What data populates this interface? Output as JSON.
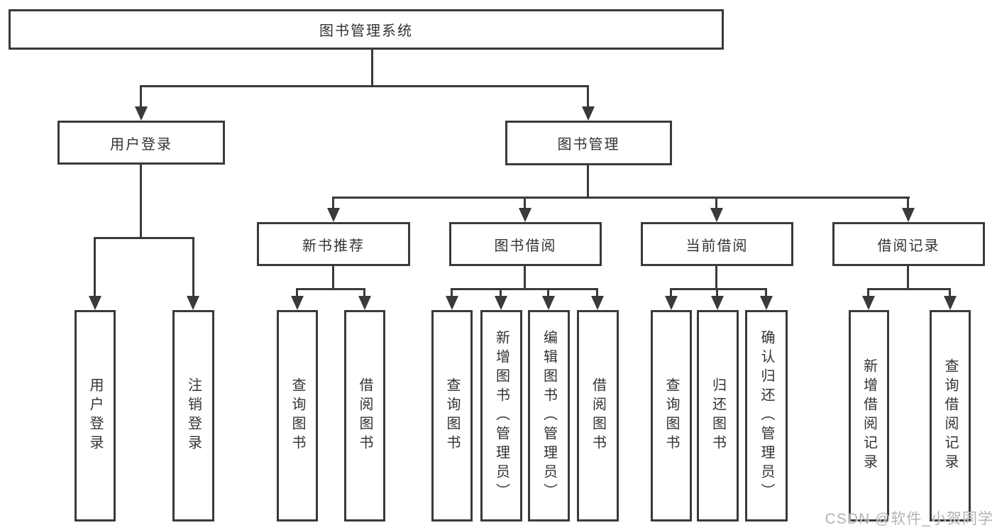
{
  "colors": {
    "line": "#3a3a3a",
    "box_border": "#3a3a3a",
    "text": "#333333",
    "watermark": "#a6a6a6",
    "background": "#ffffff"
  },
  "watermark": "CSDN @软件_小贺同学",
  "tree": {
    "label": "图书管理系统",
    "children": [
      {
        "label": "用户登录",
        "children": [
          {
            "label": "用户登录"
          },
          {
            "label": "注销登录"
          }
        ]
      },
      {
        "label": "图书管理",
        "children": [
          {
            "label": "新书推荐",
            "children": [
              {
                "label": "查询图书"
              },
              {
                "label": "借阅图书"
              }
            ]
          },
          {
            "label": "图书借阅",
            "children": [
              {
                "label": "查询图书"
              },
              {
                "label": "新增图书（管理员）"
              },
              {
                "label": "编辑图书（管理员）"
              },
              {
                "label": "借阅图书"
              }
            ]
          },
          {
            "label": "当前借阅",
            "children": [
              {
                "label": "查询图书"
              },
              {
                "label": "归还图书"
              },
              {
                "label": "确认归还（管理员）"
              }
            ]
          },
          {
            "label": "借阅记录",
            "children": [
              {
                "label": "新增借阅记录"
              },
              {
                "label": "查询借阅记录"
              }
            ]
          }
        ]
      }
    ]
  }
}
